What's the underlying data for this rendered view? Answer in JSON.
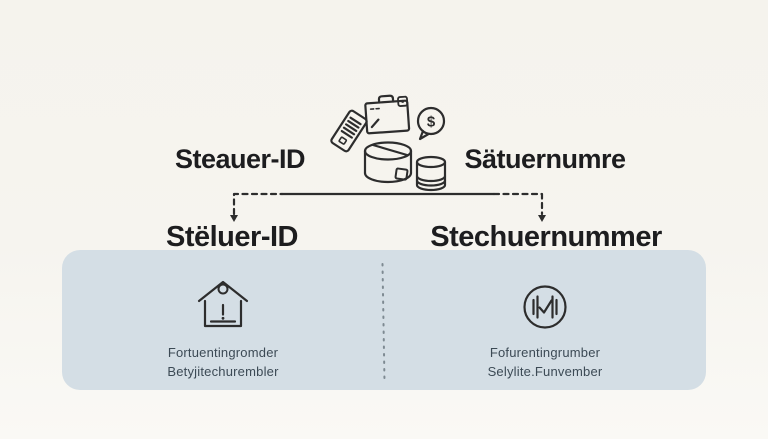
{
  "colors": {
    "background": "#f6f4ef",
    "ink": "#2d2d2d",
    "heading_text": "#1d1d1f",
    "panel_background": "#d4dee5",
    "caption_text": "#3c4a55",
    "divider_dots": "#7e8a92"
  },
  "top_labels": {
    "left": "Steauer-ID",
    "right": "Sätuernumre"
  },
  "branch_labels": {
    "left": "Stëluer-ID",
    "right": "Stechuernummer"
  },
  "icons": {
    "dollar_symbol": "$",
    "cluster": [
      "smartphone-receipt-icon",
      "briefcase-icon",
      "dollar-speech-bubble-icon",
      "pot-cylinder-icon",
      "coin-stack-icon"
    ],
    "panel_left": "house-exclamation-icon",
    "panel_right": "circle-check-bars-icon"
  },
  "panel": {
    "left": {
      "caption_line1": "Fortuentingromder",
      "caption_line2": "Betyjitechurembler"
    },
    "right": {
      "caption_line1": "Fofurentingrumber",
      "caption_line2": "Selylite.Funvember"
    }
  }
}
